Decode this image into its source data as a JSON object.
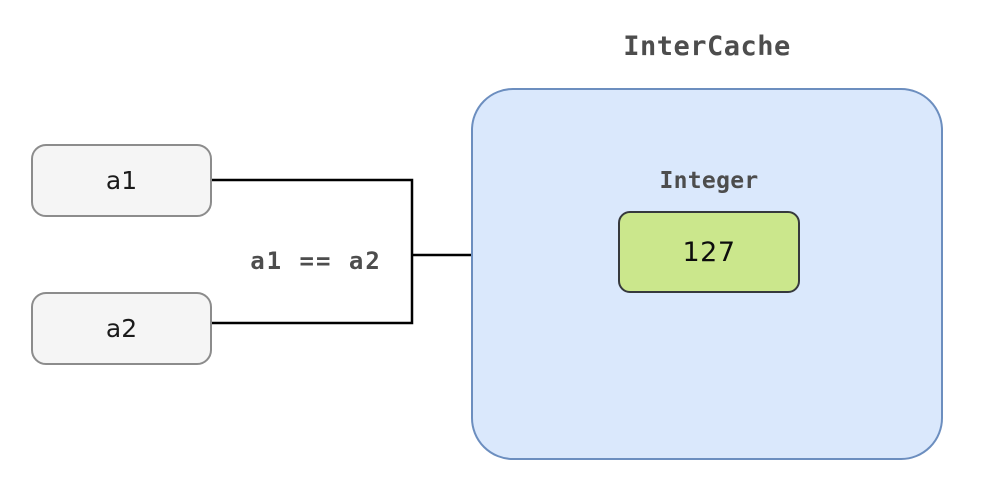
{
  "diagram": {
    "title": "InterCache",
    "cache": {
      "label": "InterCache",
      "fill_color": "#dae8fc",
      "border_color": "#6c8ebf",
      "group_label": "Integer",
      "value_node": {
        "label": "127",
        "fill_color": "#cbe78c",
        "border_color": "#36393d"
      }
    },
    "variables": [
      {
        "label": "a1",
        "fill_color": "#f5f5f5",
        "border_color": "#8c8c8c"
      },
      {
        "label": "a2",
        "fill_color": "#f5f5f5",
        "border_color": "#8c8c8c"
      }
    ],
    "edge": {
      "label": "a1 == a2",
      "color": "#000000",
      "arrowhead": "filled-triangle"
    }
  }
}
